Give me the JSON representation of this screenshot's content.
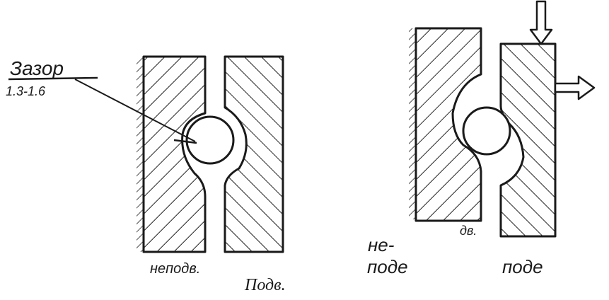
{
  "labels": {
    "gap_title": "Зазор",
    "gap_value": "1.3-1.6",
    "fixed_left": "неподв.",
    "caption_center": "Подв.",
    "ne_prefix": "не-",
    "pode_left": "поде",
    "dv_fragment": "дв.",
    "pode_right": "поде"
  }
}
